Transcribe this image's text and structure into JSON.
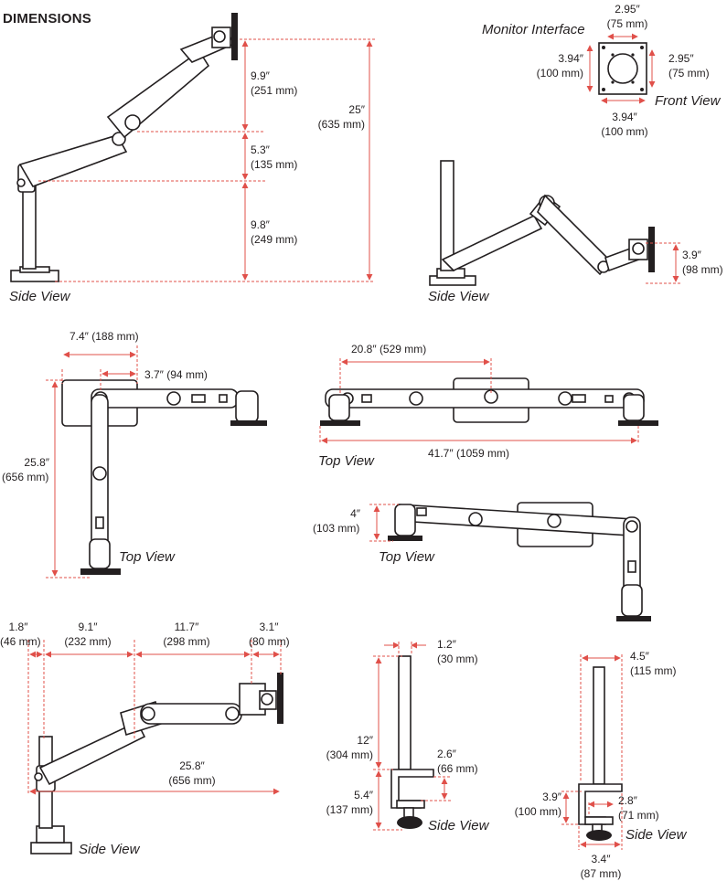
{
  "title": "DIMENSIONS",
  "interface": {
    "label": "Monitor Interface",
    "view": "Front View",
    "top_in": "2.95″",
    "top_mm": "(75 mm)",
    "right_in": "2.95″",
    "right_mm": "(75 mm)",
    "left_in": "3.94″",
    "left_mm": "(100 mm)",
    "bottom_in": "3.94″",
    "bottom_mm": "(100 mm)"
  },
  "side1": {
    "view": "Side View",
    "d1_in": "9.9″",
    "d1_mm": "(251 mm)",
    "d2_in": "5.3″",
    "d2_mm": "(135 mm)",
    "d3_in": "9.8″",
    "d3_mm": "(249 mm)",
    "total_in": "25″",
    "total_mm": "(635 mm)"
  },
  "side2": {
    "view": "Side View",
    "d_in": "3.9″",
    "d_mm": "(98 mm)"
  },
  "top1": {
    "view": "Top View",
    "w_in": "7.4″ (188 mm)",
    "w2": "3.7″ (94 mm)",
    "h_in": "25.8″",
    "h_mm": "(656 mm)"
  },
  "top2": {
    "view": "Top View",
    "w1": "20.8″ (529 mm)",
    "w2": "41.7″ (1059 mm)"
  },
  "top3": {
    "view": "Top View",
    "h_in": "4″",
    "h_mm": "(103 mm)"
  },
  "side3": {
    "view": "Side View",
    "a_in": "1.8″",
    "a_mm": "(46 mm)",
    "b_in": "9.1″",
    "b_mm": "(232 mm)",
    "c_in": "11.7″",
    "c_mm": "(298 mm)",
    "d_in": "3.1″",
    "d_mm": "(80 mm)",
    "total_in": "25.8″",
    "total_mm": "(656 mm)"
  },
  "clamp1": {
    "view": "Side View",
    "pole_in": "1.2″",
    "pole_mm": "(30 mm)",
    "h_in": "12″",
    "h_mm": "(304 mm)",
    "c_in": "2.6″",
    "c_mm": "(66 mm)",
    "b_in": "5.4″",
    "b_mm": "(137 mm)"
  },
  "clamp2": {
    "view": "Side View",
    "w_in": "4.5″",
    "w_mm": "(115 mm)",
    "h_in": "3.9″",
    "h_mm": "(100 mm)",
    "c_in": "2.8″",
    "c_mm": "(71 mm)",
    "b_in": "3.4″",
    "b_mm": "(87 mm)"
  }
}
